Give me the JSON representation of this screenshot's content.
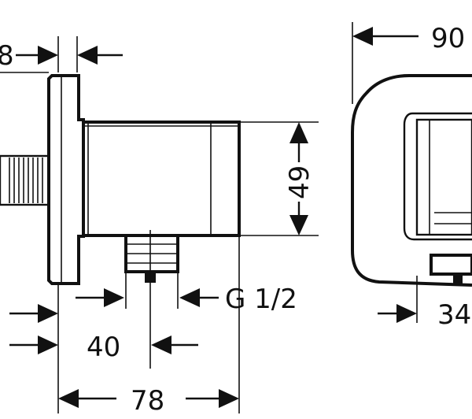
{
  "dimensions": {
    "flange_thickness": "8",
    "body_height": "49",
    "thread": "G 1/2",
    "outlet_offset": "40",
    "total_depth": "78",
    "width_front": "90",
    "offset_front": "34"
  },
  "colors": {
    "line": "#111111",
    "background": "#ffffff"
  }
}
